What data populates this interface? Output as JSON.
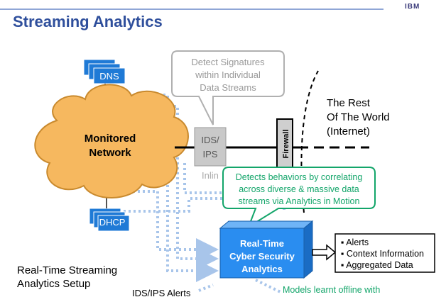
{
  "header": {
    "title": "Streaming Analytics",
    "logo": "IBM",
    "colors": {
      "title": "#2f4f9c",
      "rule": "#8fa6d6"
    }
  },
  "nodes": {
    "dns": "DNS",
    "dhcp": "DHCP",
    "monitored_network": [
      "Monitored",
      "Network"
    ],
    "ids_ips": [
      "IDS/",
      "IPS"
    ],
    "inline_label": "Inlin",
    "firewall": "Firewall",
    "rest_of_world": [
      "The Rest",
      "Of The World",
      "(Internet)"
    ],
    "rtcs": [
      "Real-Time",
      "Cyber Security",
      "Analytics"
    ]
  },
  "callouts": {
    "signatures": [
      "Detect Signatures",
      "within Individual",
      "Data Streams"
    ],
    "behaviors": [
      "Detects behaviors by correlating",
      "across diverse & massive data",
      "streams via Analytics in Motion"
    ]
  },
  "outputs": [
    "Alerts",
    "Context Information",
    "Aggregated Data"
  ],
  "footer": {
    "setup_label": [
      "Real-Time Streaming",
      "Analytics Setup"
    ],
    "ids_alerts": "IDS/IPS Alerts",
    "models_offline": "Models learnt offline with"
  },
  "colors": {
    "cloud_fill": "#f6b85f",
    "server_fill": "#1f7ad6",
    "analytics_fill": "#2a8df0",
    "callout_green": "#13a56a",
    "dotted_flow": "#a8c5ea",
    "ids_fill": "#c9c9c9",
    "firewall_fill": "#cfcfcf"
  }
}
